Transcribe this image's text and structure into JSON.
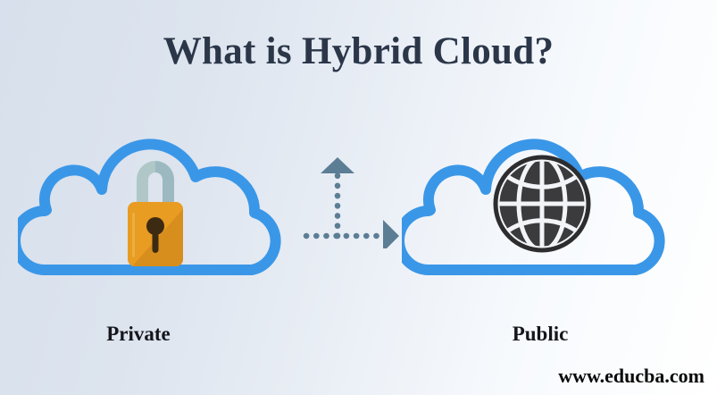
{
  "page": {
    "title": "What is Hybrid Cloud?",
    "watermark": "www.educba.com",
    "background_start_color": "#d7e0ec",
    "background_end_color": "#ffffff",
    "title_color": "#2b3749"
  },
  "diagram": {
    "left": {
      "caption": "Private",
      "icon": "cloud-with-padlock-icon",
      "cloud_color": "#3a97e8",
      "lock_body_color": "#e89c22",
      "lock_body_shadow_color": "#d78e1c",
      "lock_shackle_color": "#a9c3c5",
      "lock_keyhole_color": "#3d2a12"
    },
    "connector": {
      "icon": "dotted-bidirectional-arrows-icon",
      "color": "#5c7e95",
      "arrows": [
        {
          "name": "arrow-up",
          "direction": "up"
        },
        {
          "name": "arrow-right",
          "direction": "right"
        }
      ]
    },
    "right": {
      "caption": "Public",
      "icon": "cloud-with-globe-icon",
      "cloud_color": "#3a97e8",
      "globe_color": "#3b3b3d",
      "globe_line_color": "#f2f4f7"
    }
  }
}
